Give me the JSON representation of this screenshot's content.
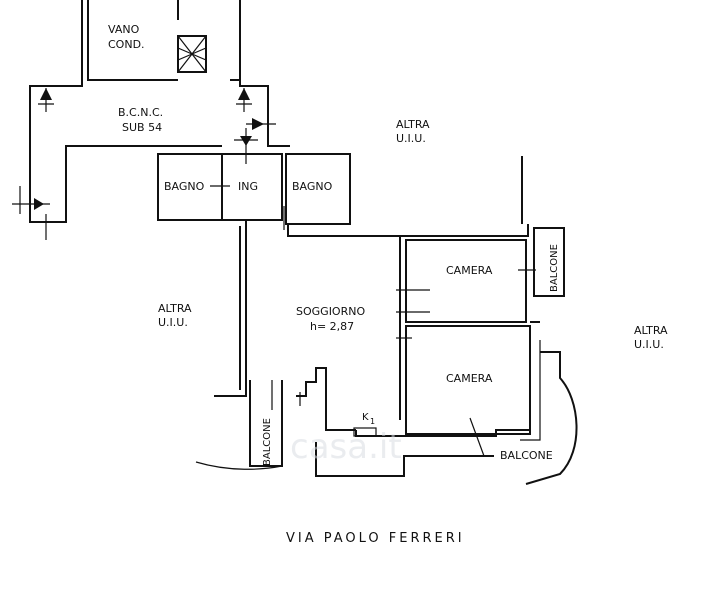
{
  "rooms": {
    "vano_cond_line1": "VANO",
    "vano_cond_line2": "COND.",
    "bcnc_line1": "B.C.N.C.",
    "bcnc_line2": "SUB 54",
    "bagno_left": "BAGNO",
    "ing": "ING",
    "bagno_right": "BAGNO",
    "camera_top": "CAMERA",
    "camera_bottom": "CAMERA",
    "soggiorno": "SOGGIORNO",
    "soggiorno_height": "h= 2,87",
    "balcone_right": "BALCONE",
    "balcone_left": "BALCONE",
    "balcone_bottom": "BALCONE",
    "k_mark": "K",
    "k_sub": "1"
  },
  "neighbours": {
    "top_line1": "ALTRA",
    "top_line2": "U.I.U.",
    "left_line1": "ALTRA",
    "left_line2": "U.I.U.",
    "right_line1": "ALTRA",
    "right_line2": "U.I.U."
  },
  "street": "VIA PAOLO FERRERI",
  "watermark": "casa.it"
}
